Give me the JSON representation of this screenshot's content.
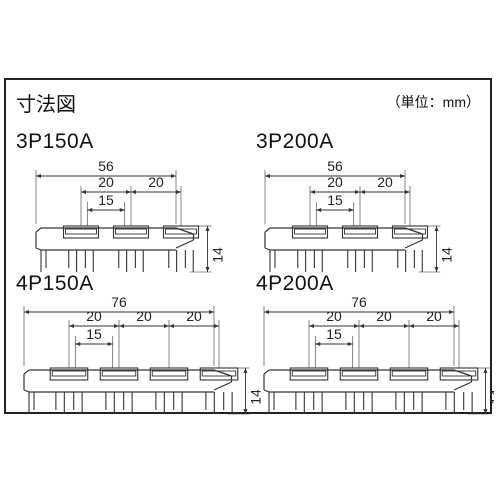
{
  "header": {
    "title": "寸法図",
    "unit": "（単位：mm）"
  },
  "models": [
    {
      "id": "3p150a",
      "name": "3P150A",
      "overall": "56",
      "pitch1": "20",
      "pitch2": "20",
      "pitch3": "",
      "inner": "15",
      "height": "14"
    },
    {
      "id": "3p200a",
      "name": "3P200A",
      "overall": "56",
      "pitch1": "20",
      "pitch2": "20",
      "pitch3": "",
      "inner": "15",
      "height": "14"
    },
    {
      "id": "4p150a",
      "name": "4P150A",
      "overall": "76",
      "pitch1": "20",
      "pitch2": "20",
      "pitch3": "20",
      "inner": "15",
      "height": "14"
    },
    {
      "id": "4p200a",
      "name": "4P200A",
      "overall": "76",
      "pitch1": "20",
      "pitch2": "20",
      "pitch3": "20",
      "inner": "15",
      "height": "14"
    }
  ],
  "colors": {
    "line": "#333333",
    "border": "#222222"
  }
}
